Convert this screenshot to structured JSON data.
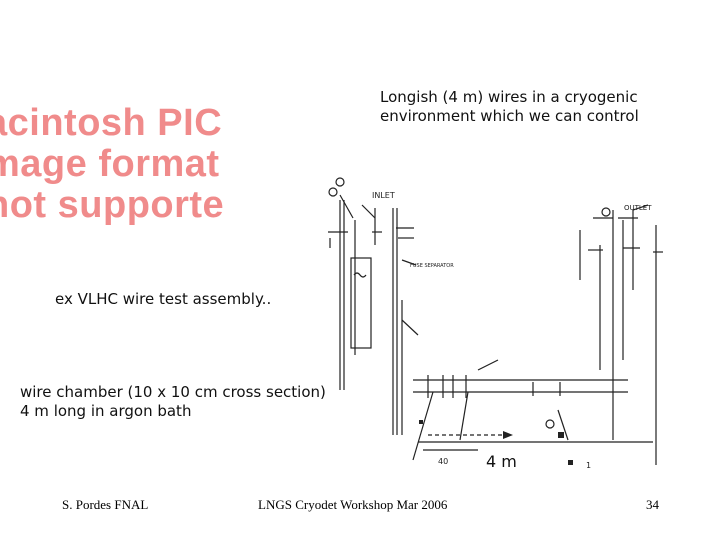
{
  "placeholder": {
    "lines": [
      "acintosh PIC",
      "mage format",
      "not supporte"
    ]
  },
  "annotations": {
    "title_line1": "Longish (4 m) wires in a cryogenic",
    "title_line2": "environment which we can control",
    "vlhc": "ex VLHC wire test assembly..",
    "chamber_line1": "wire chamber (10 x 10 cm cross section)",
    "chamber_line2": "4 m long in argon bath",
    "length": "4 m"
  },
  "schematic_labels": {
    "inlet": "INLET",
    "outlet": "OUTLET",
    "fuse": "FUSE SEPARATOR",
    "mark_40": "40",
    "mark_1": "1"
  },
  "footer": {
    "author": "S. Pordes FNAL",
    "event": "LNGS Cryodet Workshop Mar 2006",
    "page": "34"
  },
  "colors": {
    "placeholder_text": "#f08b8b",
    "line": "#222222"
  }
}
